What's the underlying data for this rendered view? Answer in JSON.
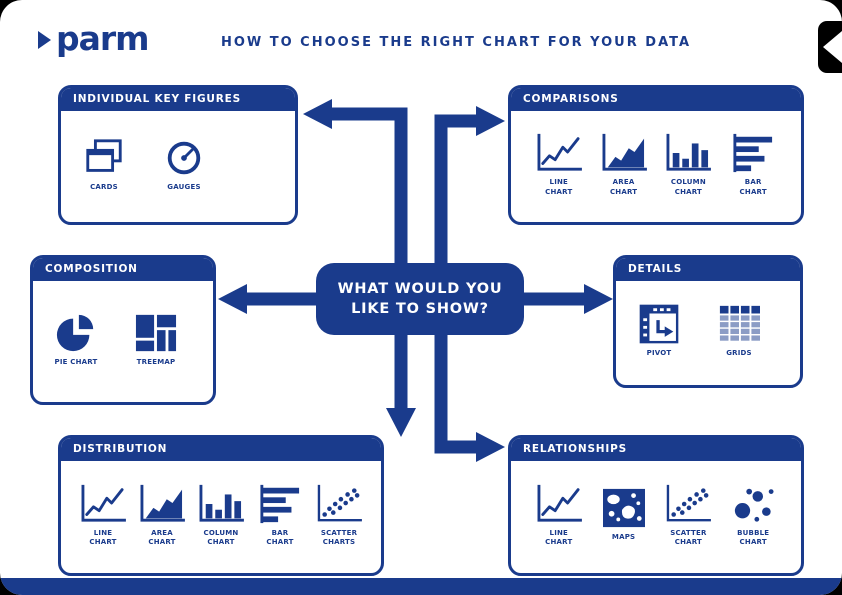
{
  "page": {
    "brand": "parm",
    "title": "HOW TO CHOOSE THE RIGHT CHART FOR YOUR DATA",
    "center_question": "WHAT WOULD YOU\nLIKE TO SHOW?",
    "colors": {
      "brand_blue": "#1A3B8C",
      "white": "#FFFFFF",
      "background_black": "#000000"
    }
  },
  "boxes": [
    {
      "id": "individual-key-figures",
      "title": "INDIVIDUAL KEY FIGURES",
      "items": [
        {
          "icon": "cards-icon",
          "label": "CARDS"
        },
        {
          "icon": "gauges-icon",
          "label": "GAUGES"
        }
      ]
    },
    {
      "id": "comparisons",
      "title": "COMPARISONS",
      "items": [
        {
          "icon": "line-chart-icon",
          "label": "LINE\nCHART"
        },
        {
          "icon": "area-chart-icon",
          "label": "AREA\nCHART"
        },
        {
          "icon": "column-chart-icon",
          "label": "COLUMN\nCHART"
        },
        {
          "icon": "bar-chart-icon",
          "label": "BAR\nCHART"
        }
      ]
    },
    {
      "id": "composition",
      "title": "COMPOSITION",
      "items": [
        {
          "icon": "pie-chart-icon",
          "label": "PIE CHART"
        },
        {
          "icon": "treemap-icon",
          "label": "TREEMAP"
        }
      ]
    },
    {
      "id": "details",
      "title": "DETAILS",
      "items": [
        {
          "icon": "pivot-icon",
          "label": "PIVOT"
        },
        {
          "icon": "grids-icon",
          "label": "GRIDS"
        }
      ]
    },
    {
      "id": "distribution",
      "title": "DISTRIBUTION",
      "items": [
        {
          "icon": "line-chart-icon",
          "label": "LINE\nCHART"
        },
        {
          "icon": "area-chart-icon",
          "label": "AREA\nCHART"
        },
        {
          "icon": "column-chart-icon",
          "label": "COLUMN\nCHART"
        },
        {
          "icon": "bar-chart-icon",
          "label": "BAR\nCHART"
        },
        {
          "icon": "scatter-chart-icon",
          "label": "SCATTER\nCHARTS"
        }
      ]
    },
    {
      "id": "relationships",
      "title": "RELATIONSHIPS",
      "items": [
        {
          "icon": "line-chart-icon",
          "label": "LINE\nCHART"
        },
        {
          "icon": "maps-icon",
          "label": "MAPS"
        },
        {
          "icon": "scatter-chart-icon",
          "label": "SCATTER\nCHART"
        },
        {
          "icon": "bubble-chart-icon",
          "label": "BUBBLE\nCHART"
        }
      ]
    }
  ]
}
